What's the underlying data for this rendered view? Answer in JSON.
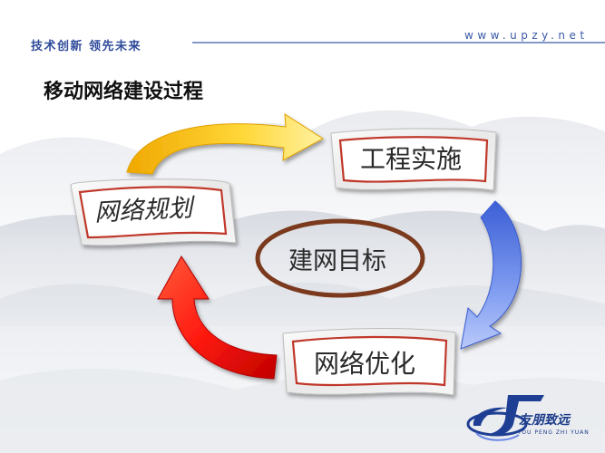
{
  "header": {
    "slogan": "技术创新  领先未来",
    "website": "www.upzy.net"
  },
  "page": {
    "title": "移动网络建设过程"
  },
  "diagram": {
    "center": "建网目标",
    "nodes": {
      "plan": "网络规划",
      "implement": "工程实施",
      "optimize": "网络优化"
    },
    "arrow_colors": {
      "plan_to_implement": "#f5c21b",
      "implement_to_optimize": "#6b87e6",
      "optimize_to_plan": "#e01010"
    },
    "ellipse_color": "#7b3a1e"
  },
  "logo": {
    "name": "友朋致远",
    "sub": "YOU PENG ZHI YUAN"
  }
}
